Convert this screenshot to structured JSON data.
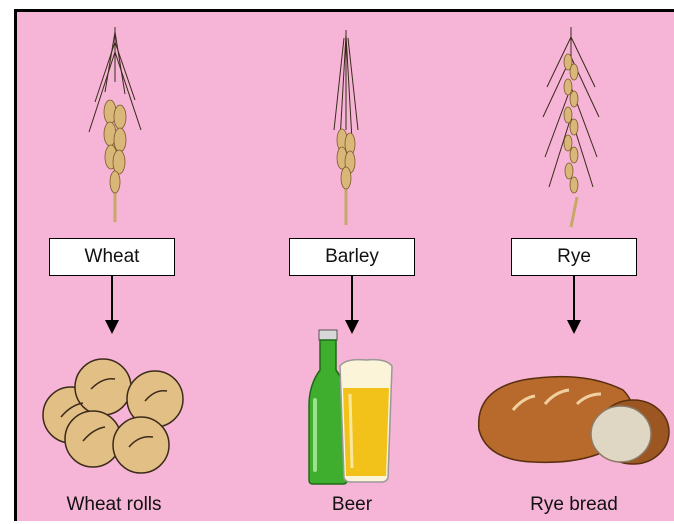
{
  "columns": [
    {
      "grain": "Wheat",
      "product": "Wheat rolls"
    },
    {
      "grain": "Barley",
      "product": "Beer"
    },
    {
      "grain": "Rye",
      "product": "Rye bread"
    }
  ],
  "colors": {
    "background": "#f6b5d6",
    "grain": "#d9b778",
    "bottle": "#3fae2e",
    "beer": "#f2c21b",
    "bread_crust": "#b86a2c"
  },
  "icons": [
    "wheat-stalk-icon",
    "barley-stalk-icon",
    "rye-stalk-icon",
    "wheat-rolls-icon",
    "beer-bottle-icon",
    "beer-glass-icon",
    "rye-bread-icon"
  ]
}
